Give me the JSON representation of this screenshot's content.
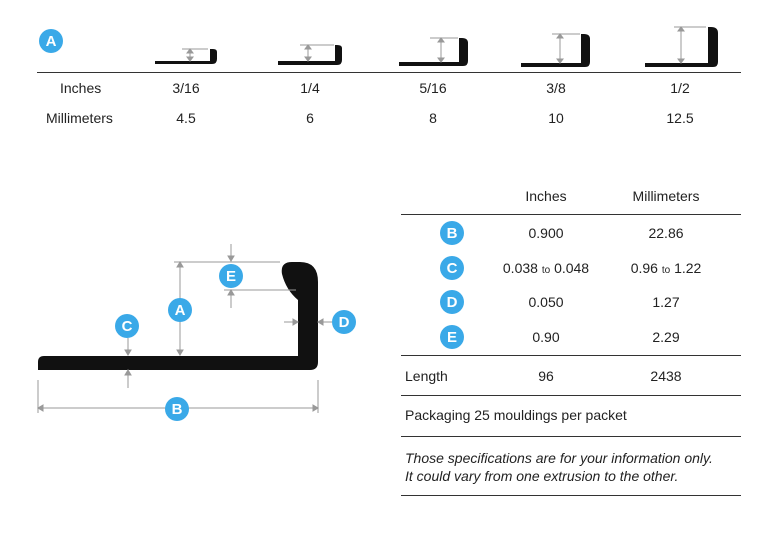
{
  "top": {
    "badge": "A",
    "rows": [
      {
        "label": "Inches",
        "values": [
          "3/16",
          "1/4",
          "5/16",
          "3/8",
          "1/2"
        ]
      },
      {
        "label": "Millimeters",
        "values": [
          "4.5",
          "6",
          "8",
          "10",
          "12.5"
        ]
      }
    ]
  },
  "diagram": {
    "badges": {
      "a": "A",
      "b": "B",
      "c": "C",
      "d": "D",
      "e": "E"
    }
  },
  "spec": {
    "headers": {
      "inches": "Inches",
      "mm": "Millimeters"
    },
    "rows": [
      {
        "badge": "B",
        "inches": "0.900",
        "mm": "22.86"
      },
      {
        "badge": "C",
        "inches_from": "0.038",
        "inches_to": "0.048",
        "sep": "to",
        "mm_from": "0.96",
        "mm_to": "1.22"
      },
      {
        "badge": "D",
        "inches": "0.050",
        "mm": "1.27"
      },
      {
        "badge": "E",
        "inches": "0.90",
        "mm": "2.29"
      }
    ],
    "length": {
      "label": "Length",
      "inches": "96",
      "mm": "2438"
    },
    "packaging": "Packaging 25 mouldings per packet",
    "note_line1": "Those specifications are for your information only.",
    "note_line2": "It could vary from one extrusion to the other."
  }
}
